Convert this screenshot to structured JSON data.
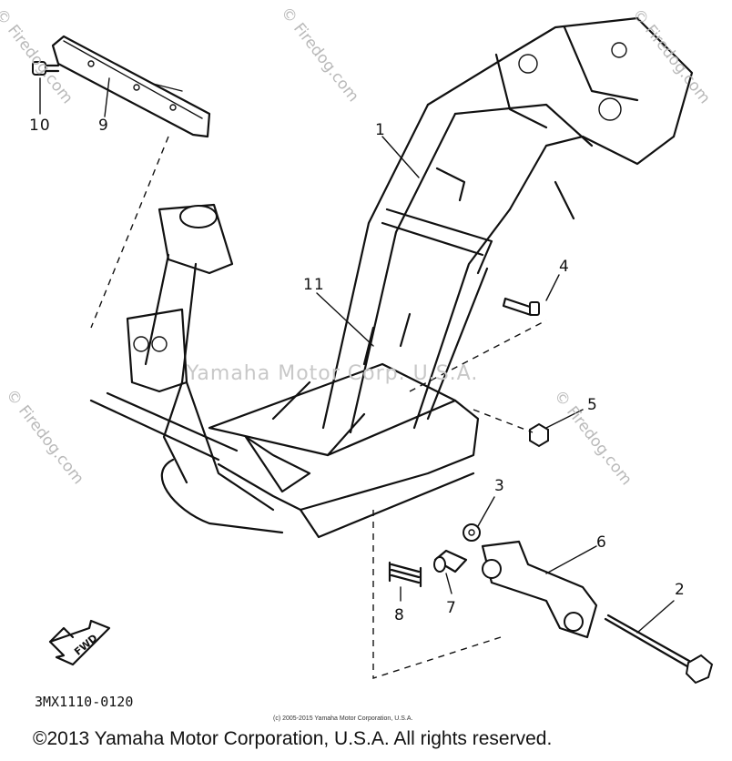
{
  "watermarks": {
    "corner_left": "© Firedog.com",
    "corner_mid": "© Firedog.com",
    "corner_right": "© Firedog.com",
    "side_left": "© Firedog.com",
    "side_right": "© Firedog.com",
    "center": "Yamaha Motor Corp. U.S.A."
  },
  "callouts": [
    "1",
    "2",
    "3",
    "4",
    "5",
    "6",
    "7",
    "8",
    "9",
    "10",
    "11"
  ],
  "part_code": "3MX1110-0120",
  "fwd_label": "FWD",
  "small_copyright": "(c) 2005-2015 Yamaha Motor Corporation, U.S.A.",
  "copyright": "©2013 Yamaha Motor Corporation, U.S.A. All rights reserved."
}
